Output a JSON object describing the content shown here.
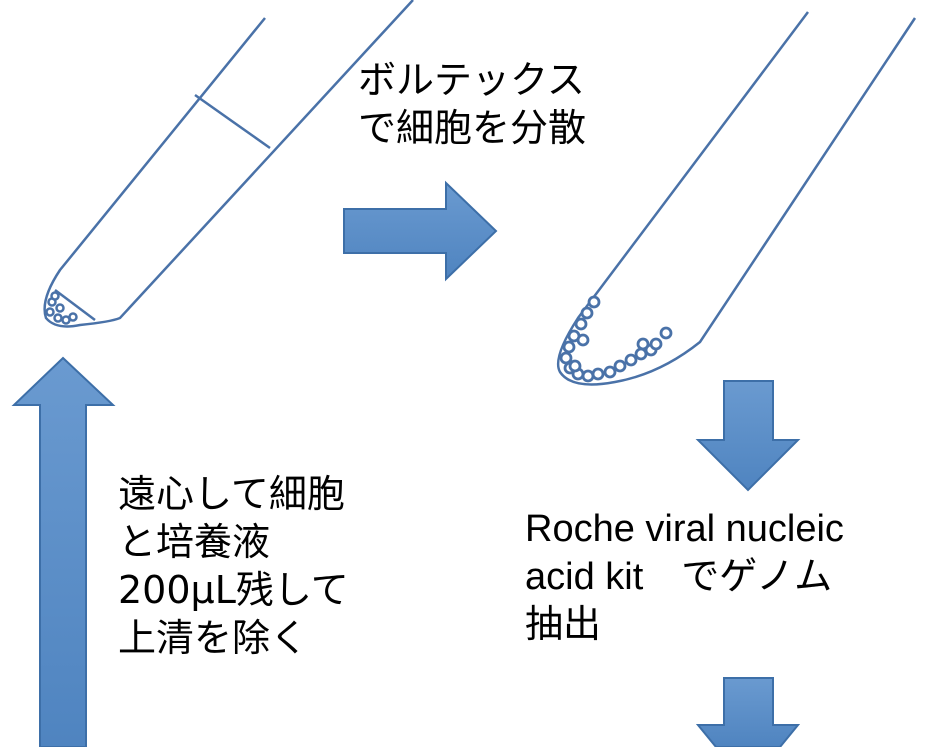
{
  "labels": {
    "vortex": [
      "ボルテックス",
      "で細胞を分散"
    ],
    "spin": [
      "遠心して細胞",
      "と培養液",
      "200μL残して",
      "上清を除く"
    ],
    "extract": [
      "Roche viral nucleic",
      "acid kit　でゲノム",
      "抽出"
    ]
  },
  "colors": {
    "arrow_fill": "#5b8ec7",
    "arrow_stroke": "#3d6fa8",
    "tube_line": "#4a72a8",
    "text": "#000000"
  }
}
